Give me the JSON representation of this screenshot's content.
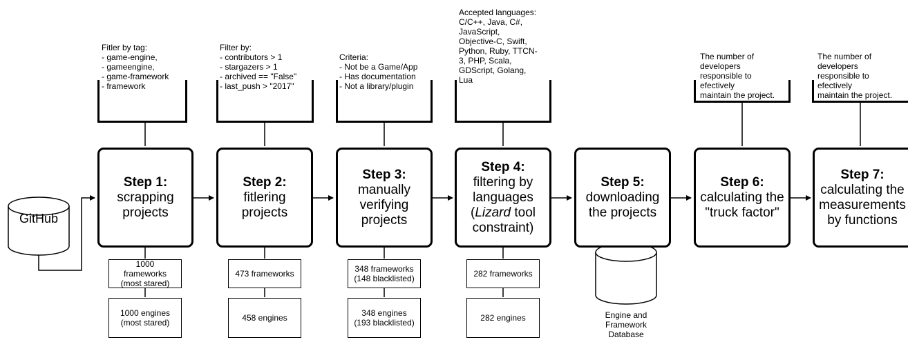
{
  "source": {
    "label": "GitHub"
  },
  "database": {
    "label": "Engine and\nFramework\nDatabase"
  },
  "steps": [
    {
      "title": "Step 1:",
      "lines": [
        "scrapping",
        "projects"
      ]
    },
    {
      "title": "Step 2:",
      "lines": [
        "fitlering",
        "projects"
      ]
    },
    {
      "title": "Step 3:",
      "lines": [
        "manually",
        "verifying",
        "projects"
      ]
    },
    {
      "title": "Step 4:",
      "lines": [
        "filtering by",
        "languages"
      ],
      "italic_word": "Lizard",
      "tool_suffix": " tool",
      "last_line": "constraint)"
    },
    {
      "title": "Step 5:",
      "lines": [
        "downloading",
        "the projects"
      ]
    },
    {
      "title": "Step 6:",
      "lines": [
        "calculating the",
        "\"truck factor\""
      ]
    },
    {
      "title": "Step 7:",
      "lines": [
        "calculating the",
        "measurements",
        "by functions"
      ]
    }
  ],
  "notes": [
    "Fitler by tag:\n- game-engine,\n- gameengine,\n- game-framework\n- framework",
    "Filter by:\n- contributors > 1\n- stargazers > 1\n- archived == \"False\"\n- last_push > \"2017\"",
    "Criteria:\n- Not be a Game/App\n- Has documentation\n- Not a library/plugin",
    "Accepted languages:\nC/C++, Java, C#,\nJavaScript,\nObjective-C, Swift,\nPython, Ruby, TTCN-\n3, PHP, Scala,\nGDScript, Golang,\nLua",
    "The number of\ndevelopers\nresponsible to\nefectively\nmaintain the project.",
    "The number of\ndevelopers\nresponsible to\nefectively\nmaintain the project."
  ],
  "counts": [
    {
      "frameworks": "1000\nframeworks\n(most stared)",
      "engines": "1000 engines\n(most stared)"
    },
    {
      "frameworks": "473 frameworks",
      "engines": "458 engines"
    },
    {
      "frameworks": "348 frameworks\n(148 blacklisted)",
      "engines": "348 engines\n(193 blacklisted)"
    },
    {
      "frameworks": "282 frameworks",
      "engines": "282 engines"
    }
  ]
}
